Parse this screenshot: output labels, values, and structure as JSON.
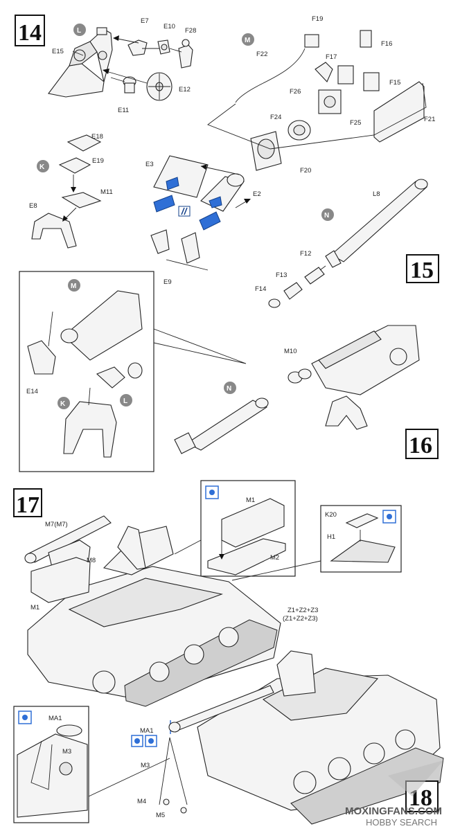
{
  "steps": {
    "s14": "14",
    "s15": "15",
    "s16": "16",
    "s17": "17",
    "s18": "18"
  },
  "markers": {
    "L": "L",
    "M": "M",
    "K": "K",
    "N": "N"
  },
  "labels": {
    "E7": "E7",
    "E10": "E10",
    "F28": "F28",
    "E15": "E15",
    "E12": "E12",
    "E11": "E11",
    "F19": "F19",
    "F16": "F16",
    "F22": "F22",
    "F17": "F17",
    "F26": "F26",
    "F15": "F15",
    "F21": "F21",
    "F24": "F24",
    "F25": "F25",
    "E18": "E18",
    "E19": "E19",
    "M11": "M11",
    "E8": "E8",
    "E3": "E3",
    "E2": "E2",
    "F20": "F20",
    "E9": "E9",
    "L8": "L8",
    "F12": "F12",
    "F13": "F13",
    "F14": "F14",
    "E14": "E14",
    "M10": "M10",
    "M7": "M7(M7)",
    "M8": "M8",
    "M1a": "M1",
    "M1b": "M1",
    "M2": "M2",
    "K20": "K20",
    "H1": "H1",
    "Z1": "Z1+Z2+Z3",
    "Z1b": "(Z1+Z2+Z3)",
    "MA1a": "MA1",
    "MA1b": "MA1",
    "M3a": "M3",
    "M3b": "M3",
    "M4": "M4",
    "M5": "M5"
  },
  "watermark": {
    "line1": "MOXINGFANS.COM",
    "line2": "HOBBY SEARCH"
  }
}
